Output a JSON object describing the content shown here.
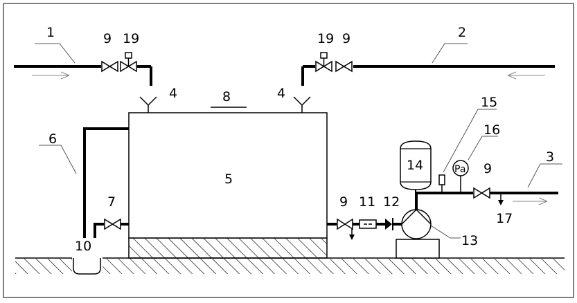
{
  "labels": {
    "n1": "1",
    "n2": "2",
    "n3": "3",
    "n4a": "4",
    "n4b": "4",
    "n5": "5",
    "n6": "6",
    "n7": "7",
    "n8": "8",
    "n9a": "9",
    "n9b": "9",
    "n9c": "9",
    "n9d": "9",
    "n10": "10",
    "n11": "11",
    "n12": "12",
    "n13": "13",
    "n14": "14",
    "n15": "15",
    "n16": "16",
    "n17": "17",
    "n19a": "19",
    "n19b": "19",
    "gauge": "Pa"
  }
}
